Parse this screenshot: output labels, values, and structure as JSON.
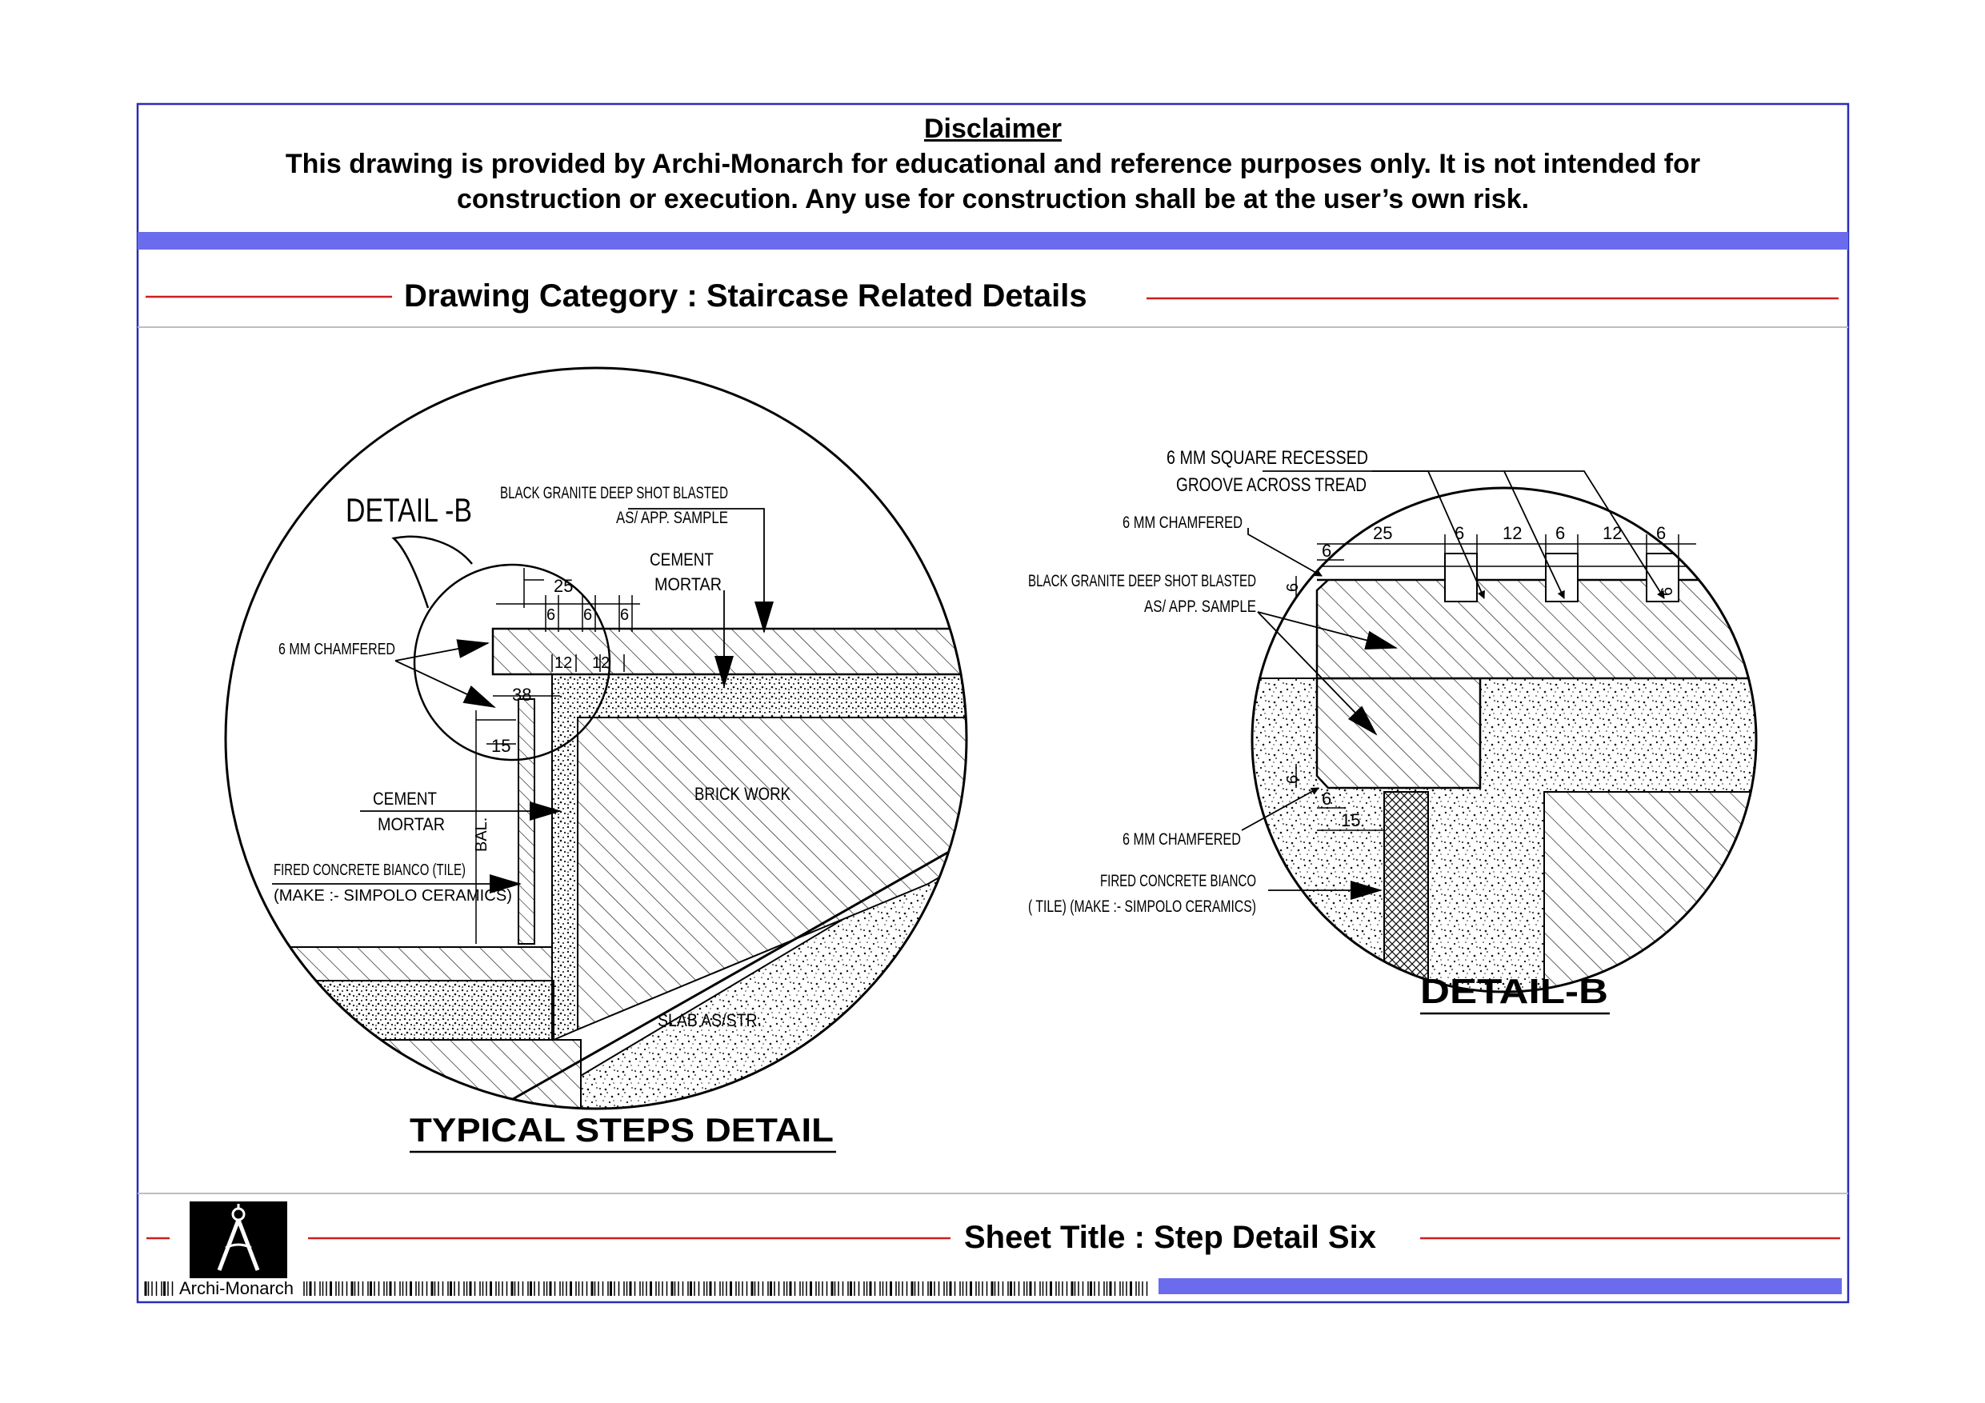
{
  "disclaimer": {
    "heading": "Disclaimer",
    "line1": "This drawing is provided by Archi-Monarch for educational and reference purposes only. It is not intended for",
    "line2": "construction or execution. Any use for construction shall be at the user’s own risk."
  },
  "category": "Drawing Category : Staircase Related Details",
  "colors": {
    "frame": "#2b2bb8",
    "accent_bar": "#6b6bee",
    "red_rule": "#cc1f1f"
  },
  "left_detail": {
    "title": "TYPICAL STEPS DETAIL",
    "callout": "DETAIL -B",
    "labels": {
      "granite_1": "BLACK GRANITE DEEP SHOT BLASTED",
      "granite_2": "AS/ APP. SAMPLE",
      "cement_top_1": "CEMENT",
      "cement_top_2": "MORTAR",
      "chamfer": "6 MM CHAMFERED",
      "cement_side_1": "CEMENT",
      "cement_side_2": "MORTAR",
      "tile_1": "FIRED CONCRETE BIANCO (TILE)",
      "tile_2": "(MAKE :- SIMPOLO CERAMICS)",
      "brick": "BRICK WORK",
      "slab": "SLAB AS/STR.",
      "bal": "BAL."
    },
    "dims": {
      "d25": "25",
      "d6a": "6",
      "d6b": "6",
      "d6c": "6",
      "d12a": "12",
      "d12b": "12",
      "d38": "38",
      "d15": "15"
    }
  },
  "right_detail": {
    "title": "DETAIL-B",
    "labels": {
      "groove_1": "6 MM SQUARE RECESSED",
      "groove_2": "GROOVE ACROSS TREAD",
      "chamfer_top": "6 MM CHAMFERED",
      "granite_1": "BLACK GRANITE DEEP SHOT BLASTED",
      "granite_2": "AS/ APP. SAMPLE",
      "chamfer_bottom": "6 MM CHAMFERED",
      "tile_1": "FIRED CONCRETE BIANCO",
      "tile_2": "( TILE) (MAKE :- SIMPOLO CERAMICS)"
    },
    "dims": {
      "d25": "25",
      "d6a": "6",
      "d12a": "12",
      "d6b": "6",
      "d12b": "12",
      "d6c": "6",
      "d6_top_h": "6",
      "d6_top_v": "6",
      "d6_bot_v": "6",
      "d6_bot_h": "6",
      "d15": "15"
    }
  },
  "footer": {
    "sheet_title": "Sheet Title : Step Detail Six",
    "brand": "Archi-Monarch",
    "logo_icon": "compass-divider-icon"
  }
}
